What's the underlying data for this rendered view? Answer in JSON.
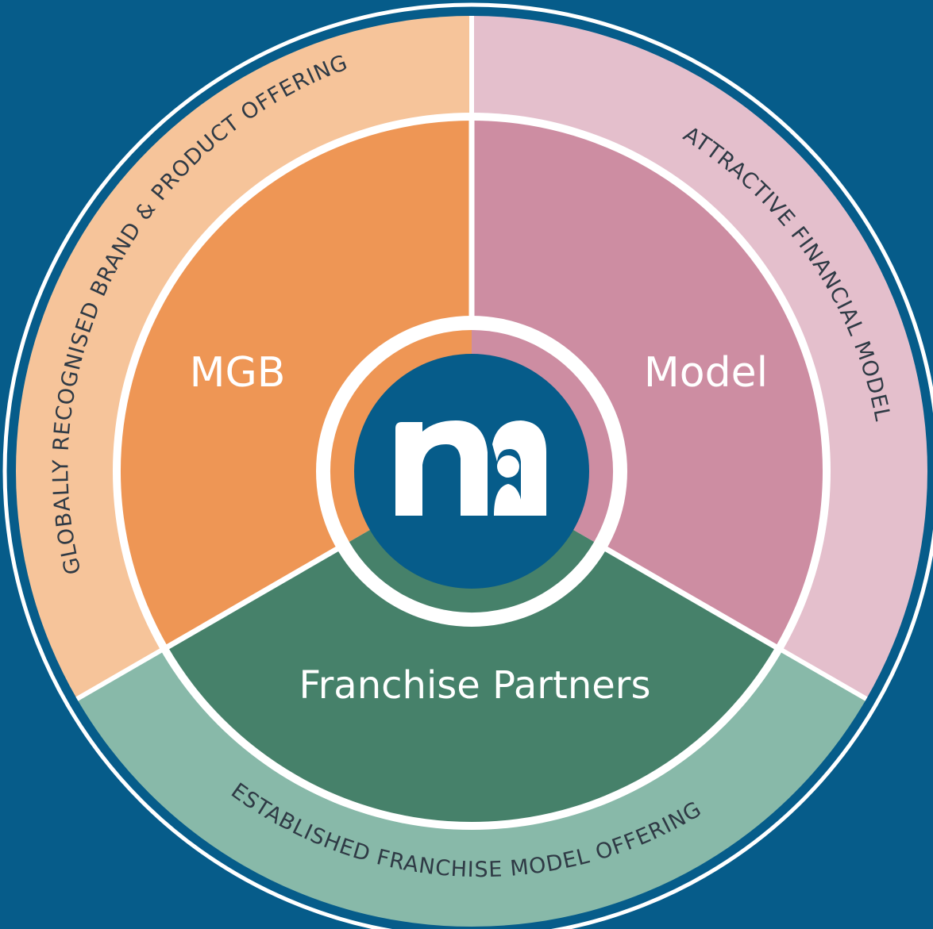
{
  "colors": {
    "background": "#065c8a",
    "ring_border": "#ffffff",
    "orange_outer": "#f6c49a",
    "orange_inner": "#ee9655",
    "pink_outer": "#e4bfcc",
    "pink_inner": "#cd8da2",
    "green_outer": "#88b9a9",
    "green_inner": "#46816a",
    "logo_blue": "#065c8a"
  },
  "segments": {
    "mgb": {
      "label": "MGB"
    },
    "model": {
      "label": "Model"
    },
    "franchise": {
      "label": "Franchise Partners"
    }
  },
  "outer_texts": {
    "brand": "GLOBALLY RECOGNISED BRAND & PRODUCT OFFERING",
    "financial": "ATTRACTIVE FINANCIAL MODEL",
    "franchise": "ESTABLISHED FRANCHISE MODEL OFFERING"
  },
  "logo": {
    "icon": "mothercare-m-icon"
  }
}
